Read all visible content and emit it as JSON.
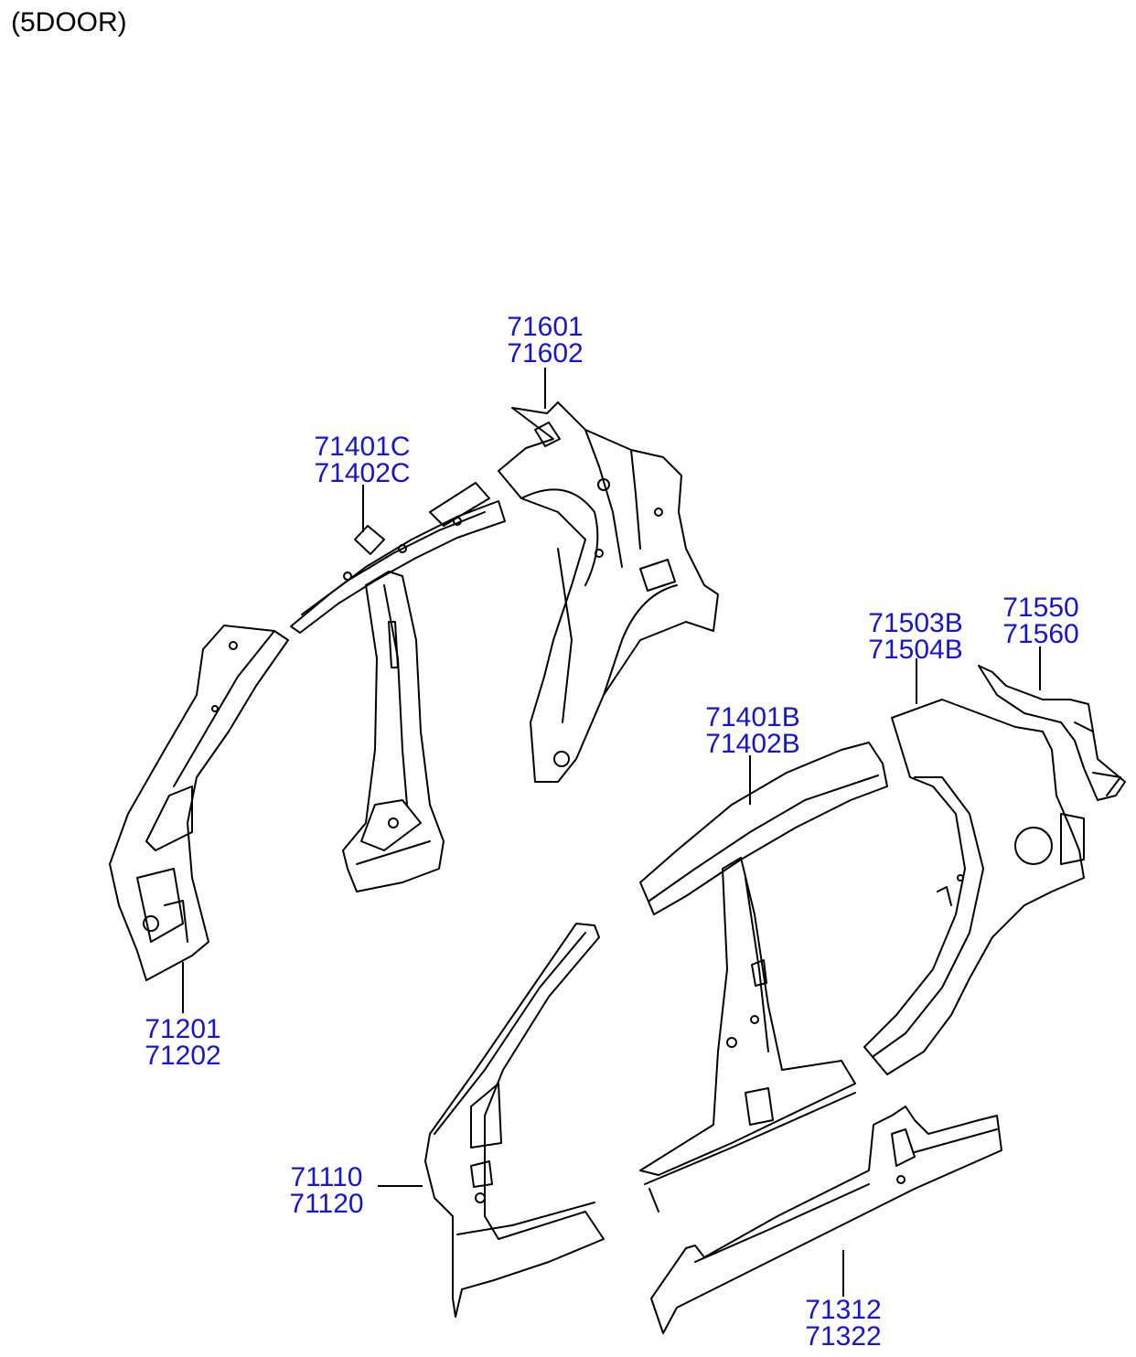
{
  "title": "(5DOOR)",
  "colors": {
    "label": "#1414d2",
    "line": "#000000",
    "background": "#ffffff"
  },
  "callouts": [
    {
      "id": "c71601",
      "codes": [
        "71601",
        "71602"
      ]
    },
    {
      "id": "c71401c",
      "codes": [
        "71401C",
        "71402C"
      ]
    },
    {
      "id": "c71201",
      "codes": [
        "71201",
        "71202"
      ]
    },
    {
      "id": "c71503b",
      "codes": [
        "71503B",
        "71504B"
      ]
    },
    {
      "id": "c71550",
      "codes": [
        "71550",
        "71560"
      ]
    },
    {
      "id": "c71401b",
      "codes": [
        "71401B",
        "71402B"
      ]
    },
    {
      "id": "c71110",
      "codes": [
        "71110",
        "71120"
      ]
    },
    {
      "id": "c71312",
      "codes": [
        "71312",
        "71322"
      ]
    }
  ]
}
